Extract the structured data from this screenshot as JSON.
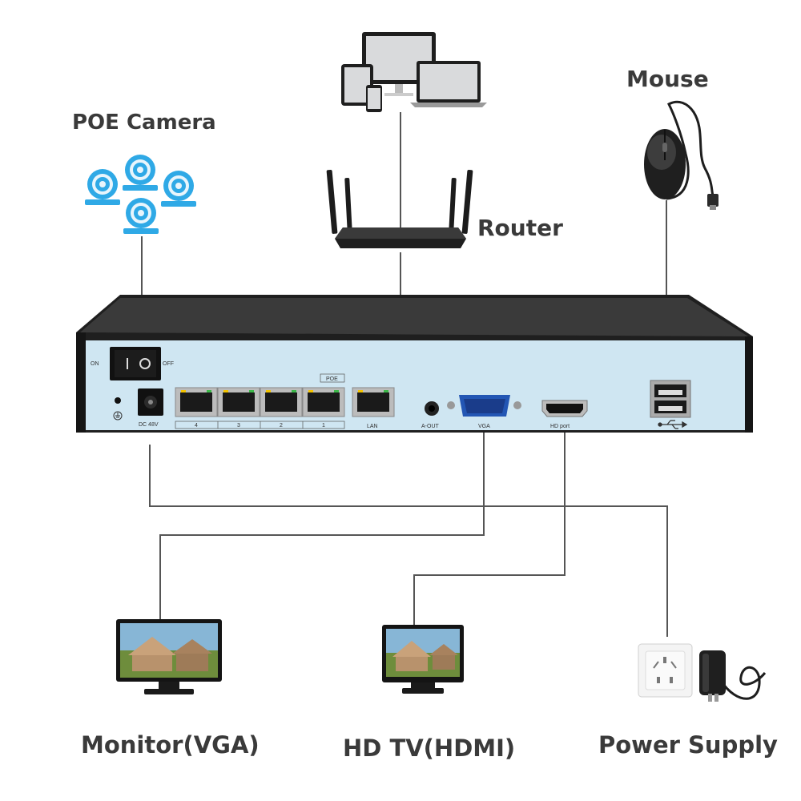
{
  "labels": {
    "poe_camera": "POE Camera",
    "router": "Router",
    "mouse": "Mouse",
    "monitor": "Monitor(VGA)",
    "hdtv": "HD TV(HDMI)",
    "power": "Power Supply"
  },
  "nvr": {
    "switch_on": "ON",
    "switch_off": "OFF",
    "poe_tag": "POE",
    "dc": "DC 48V",
    "poe_ports": [
      "4",
      "3",
      "2",
      "1"
    ],
    "lan": "LAN",
    "aout": "A-OUT",
    "vga": "VGA",
    "hdmi": "HD port"
  },
  "colors": {
    "nvr_top": "#2b2b2b",
    "nvr_panel": "#cfe6f2",
    "camera_blue": "#2fa9e6",
    "line": "#555555"
  },
  "icons": [
    "camera-icon",
    "router-icon",
    "computer-icon",
    "laptop-icon",
    "tablet-icon",
    "phone-icon",
    "mouse-icon",
    "monitor-icon",
    "tv-icon",
    "wall-socket-icon",
    "power-adapter-icon",
    "usb-icon",
    "ground-icon"
  ]
}
